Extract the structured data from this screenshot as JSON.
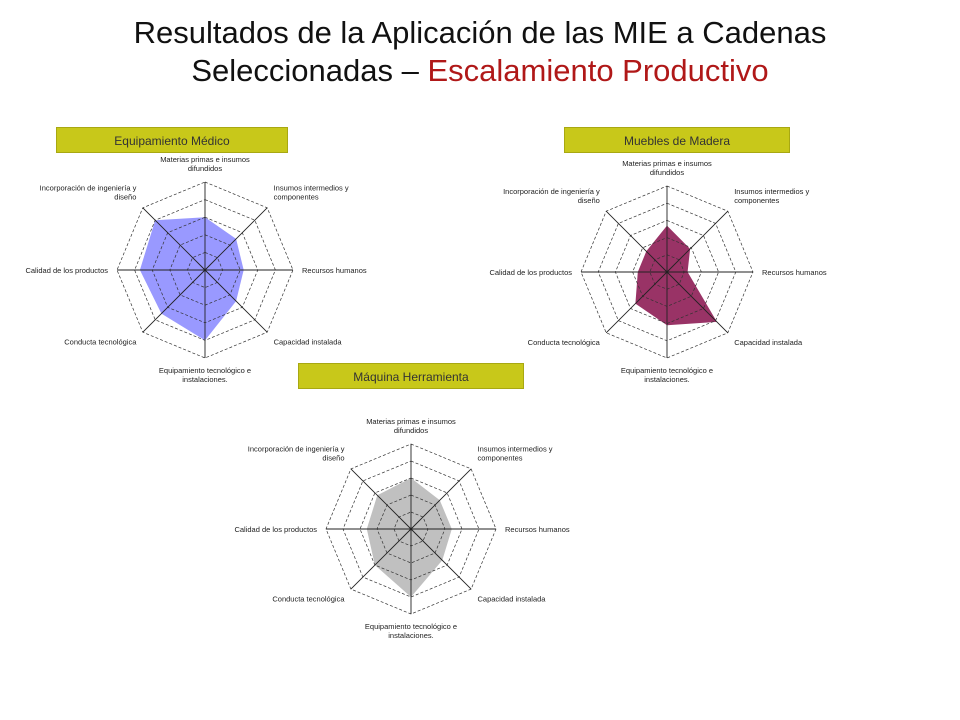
{
  "title": {
    "line1": "Resultados de la Aplicación de las MIE a Cadenas",
    "line2_prefix": "Seleccionadas – ",
    "line2_highlight": "Escalamiento Productivo"
  },
  "colors": {
    "title_highlight": "#b01818",
    "label_box": "#c8c81a"
  },
  "chart_data": [
    {
      "type": "radar",
      "title": "Equipamiento Médico",
      "axes": [
        [
          "Materias primas e insumos",
          "difundidos"
        ],
        [
          "Insumos intermedios y",
          "componentes"
        ],
        [
          "Recursos humanos"
        ],
        [
          "Capacidad instalada"
        ],
        [
          "Equipamiento tecnológico e",
          "instalaciones."
        ],
        [
          "Conducta tecnológica"
        ],
        [
          "Calidad de los productos"
        ],
        [
          "Incorporación de ingeniería y",
          "diseño"
        ]
      ],
      "values": [
        3,
        2.5,
        2.2,
        2.5,
        4,
        3.5,
        3.7,
        4
      ],
      "max": 5,
      "grid_levels": 5,
      "fill": "#9999ff"
    },
    {
      "type": "radar",
      "title": "Muebles de Madera",
      "axes": [
        [
          "Materias primas e insumos",
          "difundidos"
        ],
        [
          "Insumos intermedios y",
          "componentes"
        ],
        [
          "Recursos humanos"
        ],
        [
          "Capacidad instalada"
        ],
        [
          "Equipamiento tecnológico e",
          "instalaciones."
        ],
        [
          "Conducta tecnológica"
        ],
        [
          "Calidad de los productos"
        ],
        [
          "Incorporación de ingeniería y",
          "diseño"
        ]
      ],
      "values": [
        2.7,
        1.9,
        1.2,
        4.1,
        3.1,
        2.6,
        1.7,
        1.7
      ],
      "max": 5,
      "grid_levels": 5,
      "fill": "#993366"
    },
    {
      "type": "radar",
      "title": "Máquina Herramienta",
      "axes": [
        [
          "Materias primas e insumos",
          "difundidos"
        ],
        [
          "Insumos intermedios y",
          "componentes"
        ],
        [
          "Recursos humanos"
        ],
        [
          "Capacidad instalada"
        ],
        [
          "Equipamiento tecnológico e",
          "instalaciones."
        ],
        [
          "Conducta tecnológica"
        ],
        [
          "Calidad de los productos"
        ],
        [
          "Incorporación de ingeniería y",
          "diseño"
        ]
      ],
      "values": [
        3,
        2.4,
        2.4,
        2.6,
        4,
        3,
        2.6,
        2.8
      ],
      "max": 5,
      "grid_levels": 5,
      "fill": "#c0c0c0"
    }
  ]
}
